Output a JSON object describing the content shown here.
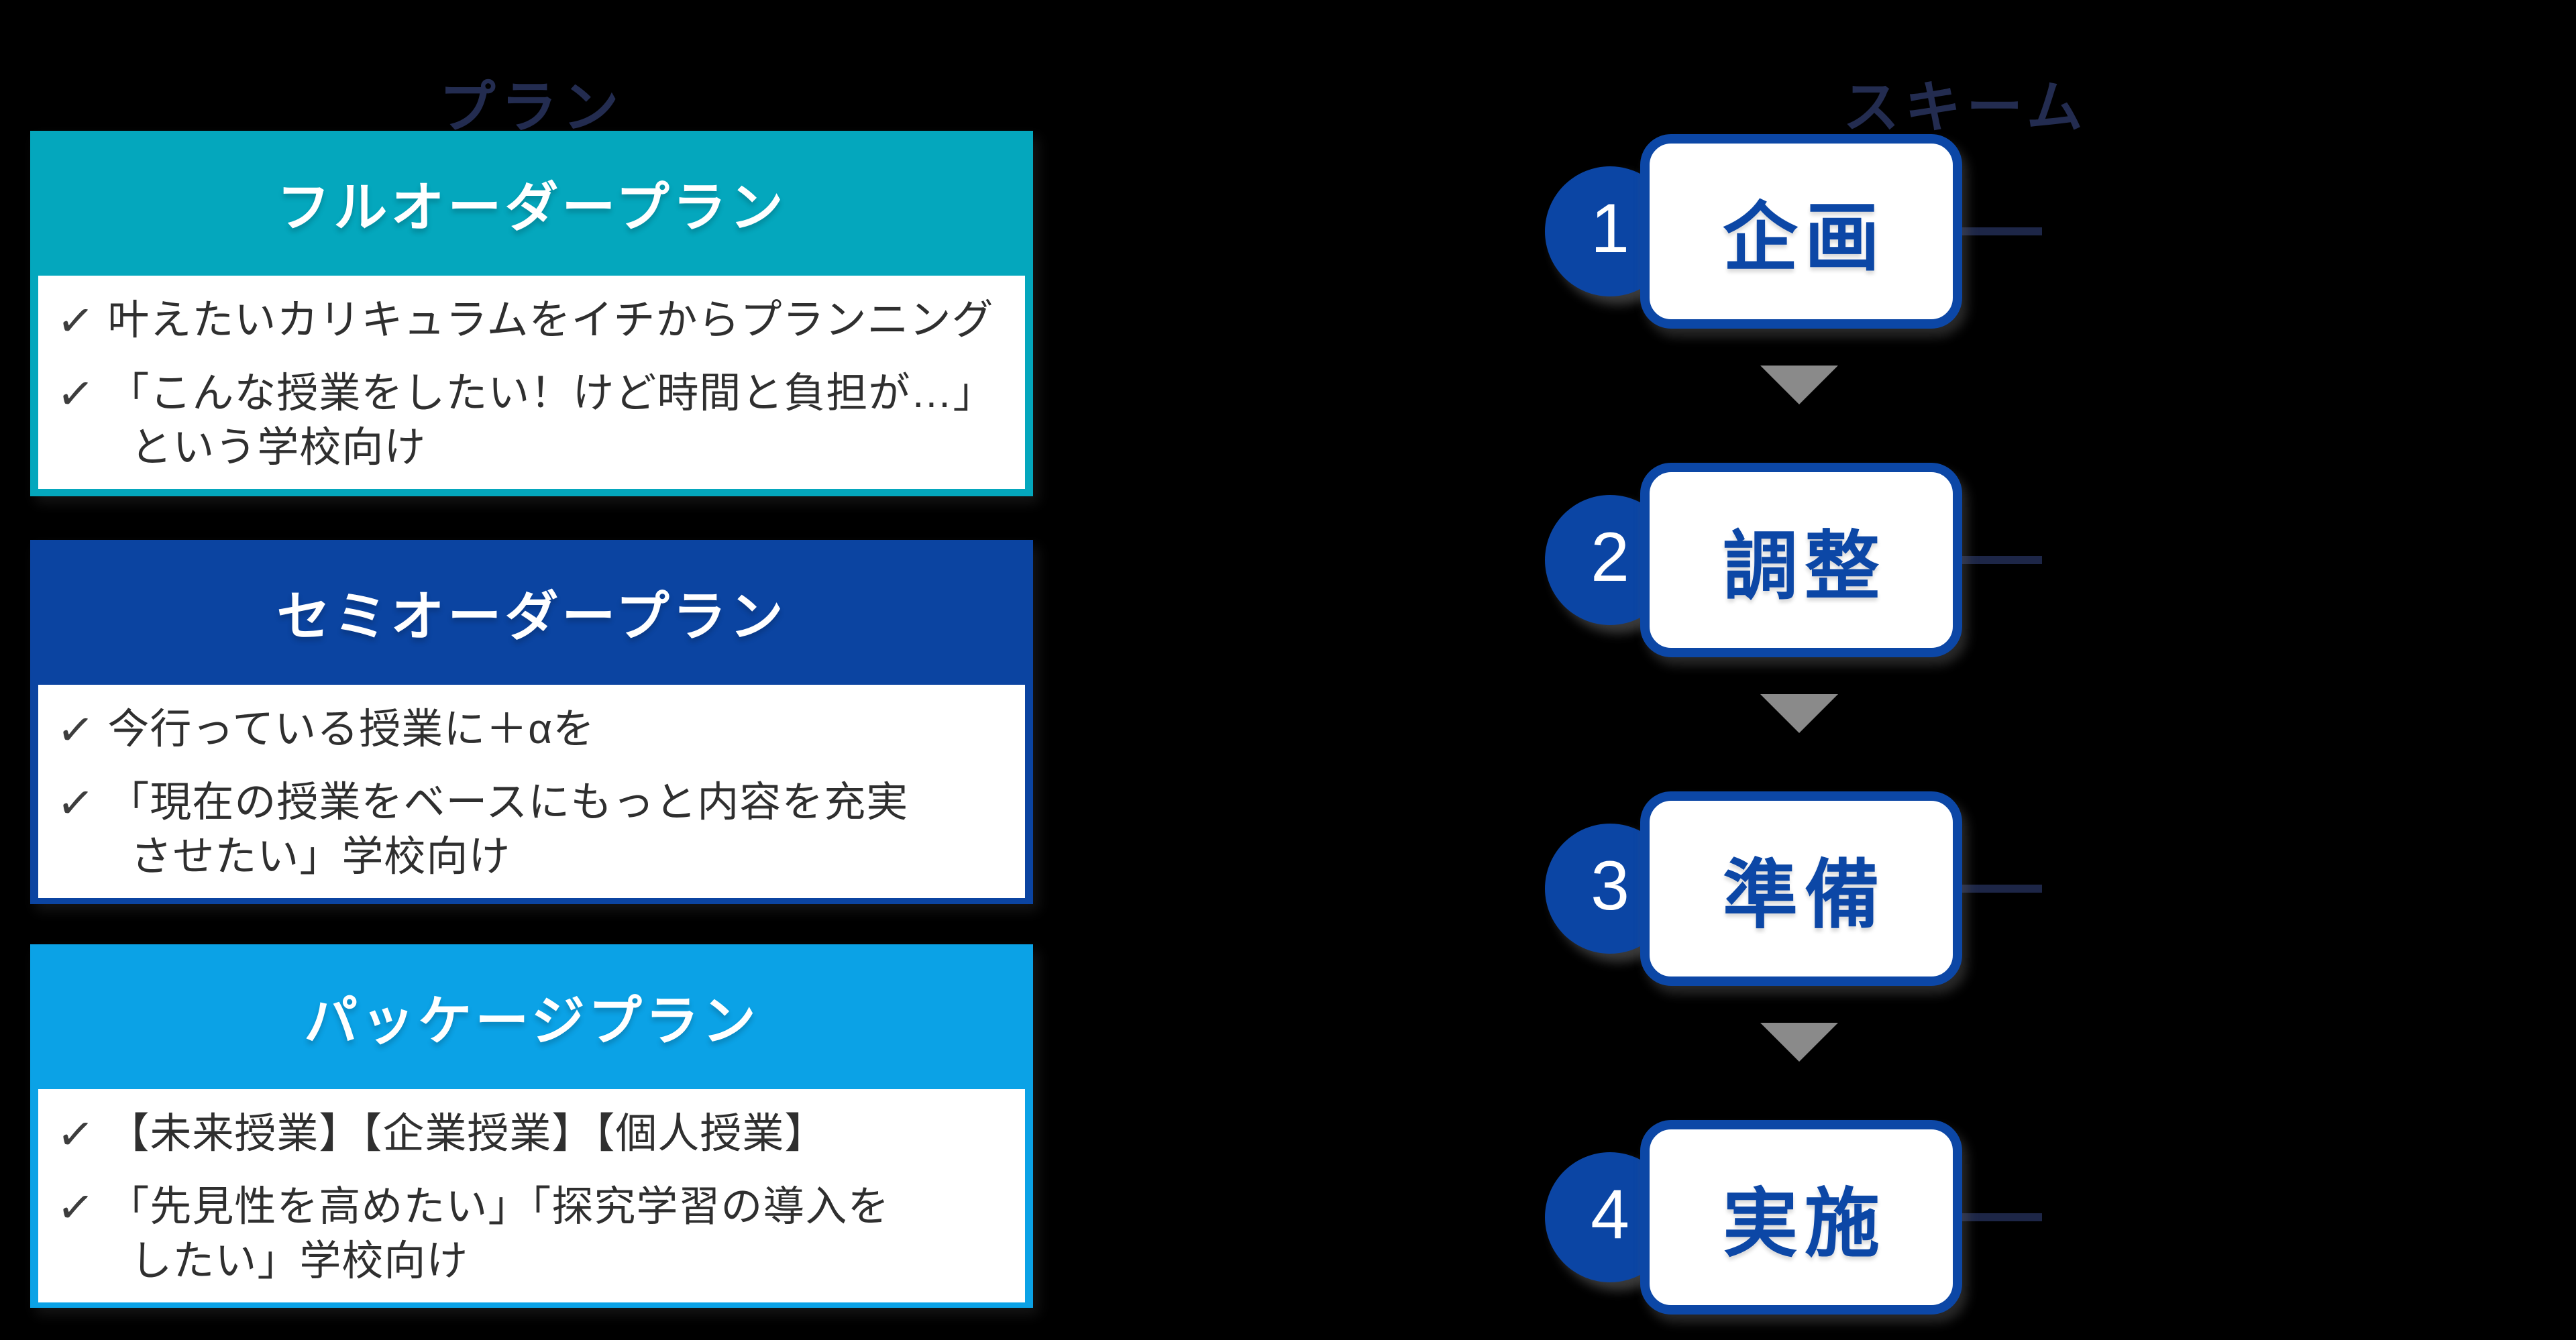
{
  "colors": {
    "background": "#000000",
    "title_navy": "#232c50",
    "teal_accent": "#04a7bd",
    "deep_blue_accent": "#0b44a1",
    "sky_blue_accent": "#0ba2e6",
    "step_blue": "#0c47a6",
    "arrow_gray": "#8a8a8a",
    "connector_navy": "#1d2647",
    "check_gray": "#3d3d3d",
    "body_text": "#2f2f2f"
  },
  "plans_section": {
    "title": "プラン",
    "check_icon": "✓",
    "plans": [
      {
        "name": "フルオーダープラン",
        "accent": "#04a7bd",
        "bullets": [
          {
            "lines": [
              "叶えたいカリキュラムをイチからプランニング"
            ]
          },
          {
            "lines": [
              "「こんな授業をしたい！けど時間と負担が…」",
              "という学校向け"
            ]
          }
        ]
      },
      {
        "name": "セミオーダープラン",
        "accent": "#0b44a1",
        "bullets": [
          {
            "lines": [
              "今行っている授業に＋αを"
            ]
          },
          {
            "lines": [
              "「現在の授業をベースにもっと内容を充実",
              "させたい」学校向け"
            ]
          }
        ]
      },
      {
        "name": "パッケージプラン",
        "accent": "#0ba2e6",
        "bullets": [
          {
            "lines": [
              "【未来授業】【企業授業】【個人授業】"
            ]
          },
          {
            "lines": [
              "「先見性を高めたい」「探究学習の導入を",
              "したい」学校向け"
            ]
          }
        ]
      }
    ]
  },
  "scheme_section": {
    "title": "スキーム",
    "steps": [
      {
        "number": "1",
        "label": "企画"
      },
      {
        "number": "2",
        "label": "調整"
      },
      {
        "number": "3",
        "label": "準備"
      },
      {
        "number": "4",
        "label": "実施"
      }
    ]
  }
}
